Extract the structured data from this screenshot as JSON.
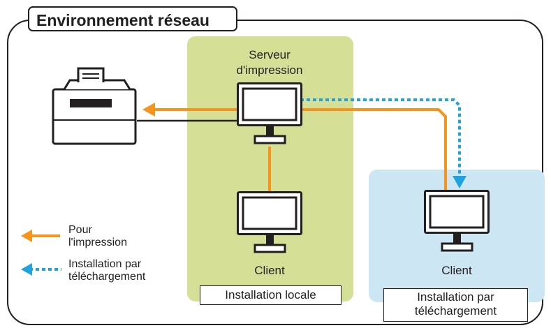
{
  "title": "Environnement réseau",
  "zones": {
    "server_zone_color": "#d5e096",
    "download_zone_color": "#cde6f3"
  },
  "nodes": {
    "server_label_line1": "Serveur",
    "server_label_line2": "d'impression",
    "client_local_label": "Client",
    "client_remote_label": "Client",
    "printer_icon": "printer-icon",
    "computer_icon": "monitor-icon"
  },
  "tags": {
    "local_install": "Installation locale",
    "download_install_line1": "Installation par",
    "download_install_line2": "téléchargement"
  },
  "legend": {
    "print_line1": "Pour",
    "print_line2": "l'impression",
    "download_line1": "Installation par",
    "download_line2": "téléchargement"
  },
  "colors": {
    "print_arrow": "#f7941d",
    "download_arrow": "#1fa3dd",
    "frame": "#231f20"
  }
}
